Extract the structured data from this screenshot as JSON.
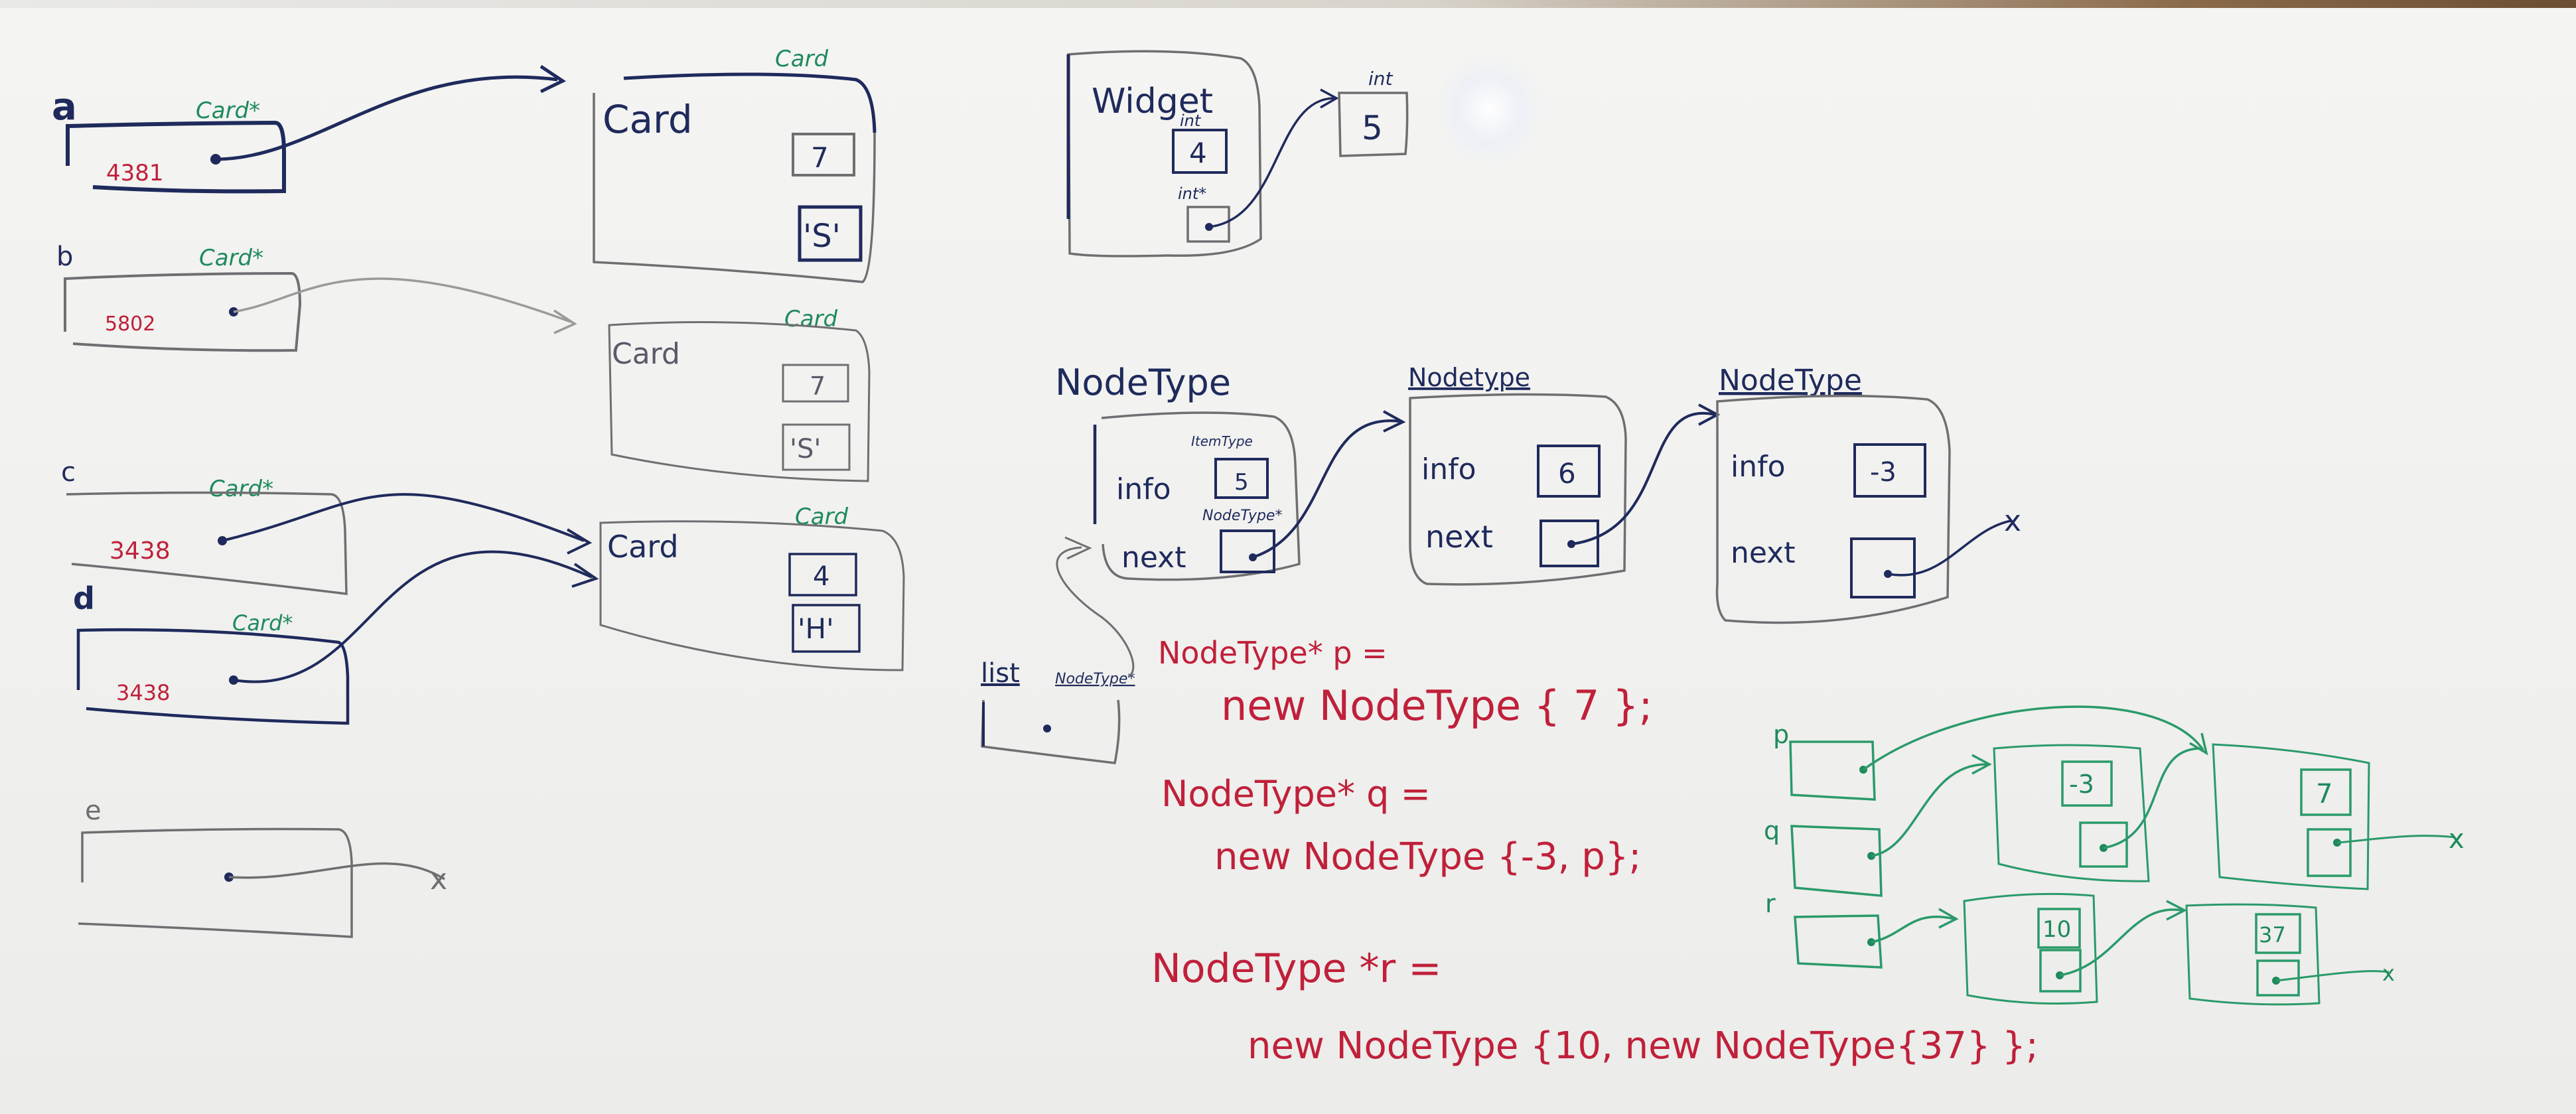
{
  "colors": {
    "navy_ink": "#1f2a5c",
    "green_ink": "#1e8a5c",
    "red_ink": "#c0203a",
    "board": "#f1f1ef"
  },
  "pointers": [
    {
      "id": "a",
      "label": "a",
      "type": "Card*",
      "address": "4381"
    },
    {
      "id": "b",
      "label": "b",
      "type": "Card*",
      "address": "5802"
    },
    {
      "id": "c",
      "label": "c",
      "type": "Card*",
      "address": "3438"
    },
    {
      "id": "d",
      "label": "d",
      "type": "Card*",
      "address": "3438"
    },
    {
      "id": "e",
      "label": "e"
    }
  ],
  "null_mark": "x",
  "cards": [
    {
      "type": "Card",
      "name": "Card",
      "rank": "7",
      "suit": "'S'"
    },
    {
      "type": "Card",
      "name": "Card",
      "rank": "7",
      "suit": "'S'"
    },
    {
      "type": "Card",
      "name": "Card",
      "rank": "4",
      "suit": "'H'"
    }
  ],
  "widget": {
    "name": "Widget",
    "field_int_type": "int",
    "field_int_value": "4",
    "field_ptr_type": "int*",
    "target_type": "int",
    "target_value": "5"
  },
  "linked_list": {
    "title": "NodeType",
    "nodes": [
      {
        "title": "NodeType",
        "info_label": "info",
        "info_type": "ItemType",
        "info": "5",
        "next_label": "next",
        "next_type": "NodeType*"
      },
      {
        "title": "Nodetype",
        "info_label": "info",
        "info": "6",
        "next_label": "next"
      },
      {
        "title": "NodeType",
        "info_label": "info",
        "info": "-3",
        "next_label": "next"
      }
    ],
    "list_label": "list",
    "list_type": "NodeType*"
  },
  "code": [
    {
      "line1": "NodeType* p =",
      "line2": "new NodeType { 7 };"
    },
    {
      "line1": "NodeType* q =",
      "line2": "new NodeType {-3, p};"
    },
    {
      "line1": "NodeType *r =",
      "line2": "new NodeType {10,  new NodeType{37} };"
    }
  ],
  "green_diagram": {
    "labels": [
      "p",
      "q",
      "r"
    ],
    "nodes": [
      {
        "value": "-3"
      },
      {
        "value": "7"
      },
      {
        "value": "10"
      },
      {
        "value": "37"
      }
    ]
  }
}
